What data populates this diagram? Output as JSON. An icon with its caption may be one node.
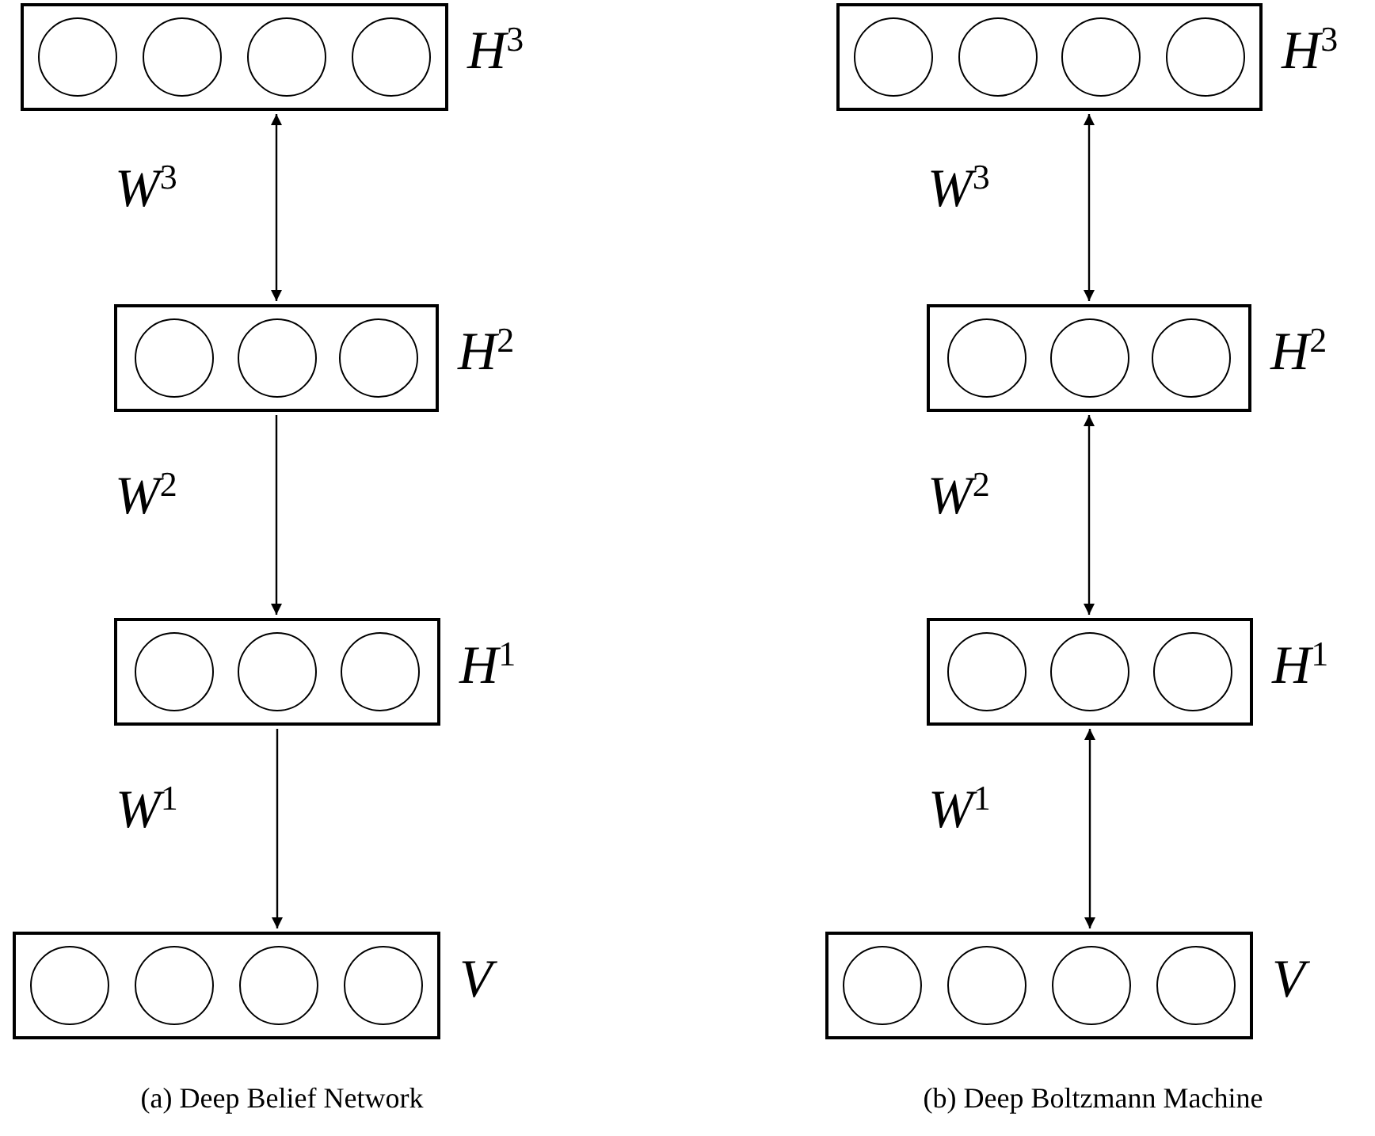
{
  "diagram": {
    "nodes": [
      {
        "text": [],
        "shape": "box",
        "beside": [
          "*H*$^{3}$"
        ]
      },
      {
        "text": [],
        "shape": "circle",
        "in": 0
      },
      {
        "text": [],
        "shape": "circle",
        "in": 0
      },
      {
        "text": [],
        "shape": "circle",
        "in": 0
      },
      {
        "text": [],
        "shape": "circle",
        "in": 0
      },
      {
        "text": [],
        "shape": "box",
        "beside": [
          "*H*$^{2}$"
        ]
      },
      {
        "text": [],
        "shape": "circle",
        "in": 5
      },
      {
        "text": [],
        "shape": "circle",
        "in": 5
      },
      {
        "text": [],
        "shape": "circle",
        "in": 5
      },
      {
        "text": [],
        "shape": "box",
        "beside": [
          "*H*$^{1}$"
        ]
      },
      {
        "text": [],
        "shape": "circle",
        "in": 9
      },
      {
        "text": [],
        "shape": "circle",
        "in": 9
      },
      {
        "text": [],
        "shape": "circle",
        "in": 9
      },
      {
        "text": [],
        "shape": "box",
        "beside": [
          "*V*"
        ]
      },
      {
        "text": [],
        "shape": "circle",
        "in": 13
      },
      {
        "text": [],
        "shape": "circle",
        "in": 13
      },
      {
        "text": [],
        "shape": "circle",
        "in": 13
      },
      {
        "text": [],
        "shape": "circle",
        "in": 13
      },
      {
        "text": [],
        "shape": "box",
        "beside": [
          "*H*$^{3}$"
        ]
      },
      {
        "text": [],
        "shape": "circle",
        "in": 18
      },
      {
        "text": [],
        "shape": "circle",
        "in": 18
      },
      {
        "text": [],
        "shape": "circle",
        "in": 18
      },
      {
        "text": [],
        "shape": "circle",
        "in": 18
      },
      {
        "text": [],
        "shape": "box",
        "beside": [
          "*H*$^{2}$"
        ]
      },
      {
        "text": [],
        "shape": "circle",
        "in": 23
      },
      {
        "text": [],
        "shape": "circle",
        "in": 23
      },
      {
        "text": [],
        "shape": "circle",
        "in": 23
      },
      {
        "text": [],
        "shape": "box",
        "beside": [
          "*H*$^{1}$"
        ]
      },
      {
        "text": [],
        "shape": "circle",
        "in": 27
      },
      {
        "text": [],
        "shape": "circle",
        "in": 27
      },
      {
        "text": [],
        "shape": "circle",
        "in": 27
      },
      {
        "text": [],
        "shape": "box",
        "beside": [
          "*V*"
        ]
      },
      {
        "text": [],
        "shape": "circle",
        "in": 31
      },
      {
        "text": [],
        "shape": "circle",
        "in": 31
      },
      {
        "text": [],
        "shape": "circle",
        "in": 31
      },
      {
        "text": [],
        "shape": "circle",
        "in": 31
      }
    ],
    "edges": [
      {
        "from": 0,
        "to": 5,
        "arrow": "both",
        "label": "*W*$^{3}$"
      },
      {
        "from": 5,
        "to": 9,
        "arrow": "to",
        "label": "*W*$^{2}$"
      },
      {
        "from": 9,
        "to": 13,
        "arrow": "to",
        "label": "*W*$^{1}$"
      },
      {
        "from": 18,
        "to": 23,
        "arrow": "both",
        "label": "*W*$^{3}$"
      },
      {
        "from": 23,
        "to": 27,
        "arrow": "both",
        "label": "*W*$^{2}$"
      },
      {
        "from": 27,
        "to": 31,
        "arrow": "both",
        "label": "*W*$^{1}$"
      }
    ],
    "labels": [
      "(a) Deep Belief Network",
      "(b) Deep Boltzmann Machine"
    ]
  }
}
